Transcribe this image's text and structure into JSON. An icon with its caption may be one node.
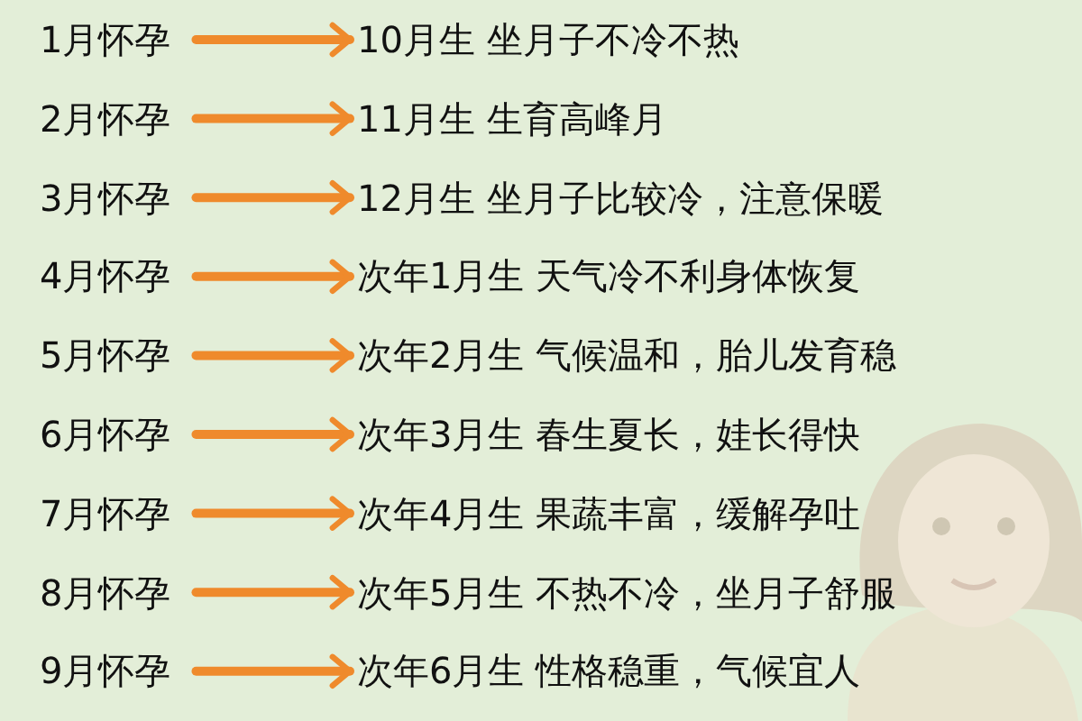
{
  "diagram": {
    "nodes": [
      {
        "text": [
          "1月怀孕"
        ]
      },
      {
        "text": [
          "10月生 坐月子不冷不热"
        ]
      },
      {
        "text": [
          "2月怀孕"
        ]
      },
      {
        "text": [
          "11月生 生育高峰月"
        ]
      },
      {
        "text": [
          "3月怀孕"
        ]
      },
      {
        "text": [
          "12月生 坐月子比较冷，注意保暖"
        ]
      },
      {
        "text": [
          "4月怀孕"
        ]
      },
      {
        "text": [
          "次年1月生 天气冷不利身体恢复"
        ]
      },
      {
        "text": [
          "5月怀孕"
        ]
      },
      {
        "text": [
          "次年2月生 气候温和，胎儿发育稳"
        ]
      },
      {
        "text": [
          "6月怀孕"
        ]
      },
      {
        "text": [
          "次年3月生 春生夏长，娃长得快"
        ]
      },
      {
        "text": [
          "7月怀孕"
        ]
      },
      {
        "text": [
          "次年4月生 果蔬丰富，缓解孕吐"
        ]
      },
      {
        "text": [
          "8月怀孕"
        ]
      },
      {
        "text": [
          "次年5月生 不热不冷，坐月子舒服"
        ]
      },
      {
        "text": [
          "9月怀孕"
        ]
      },
      {
        "text": [
          "次年6月生 性格稳重，气候宜人"
        ]
      }
    ],
    "edges": [
      {
        "from": 0,
        "to": 1,
        "arrow": "to"
      },
      {
        "from": 2,
        "to": 3,
        "arrow": "to"
      },
      {
        "from": 4,
        "to": 5,
        "arrow": "to"
      },
      {
        "from": 6,
        "to": 7,
        "arrow": "to"
      },
      {
        "from": 8,
        "to": 9,
        "arrow": "to"
      },
      {
        "from": 10,
        "to": 11,
        "arrow": "to"
      },
      {
        "from": 12,
        "to": 13,
        "arrow": "to"
      },
      {
        "from": 14,
        "to": 15,
        "arrow": "to"
      },
      {
        "from": 16,
        "to": 17,
        "arrow": "to"
      }
    ]
  }
}
